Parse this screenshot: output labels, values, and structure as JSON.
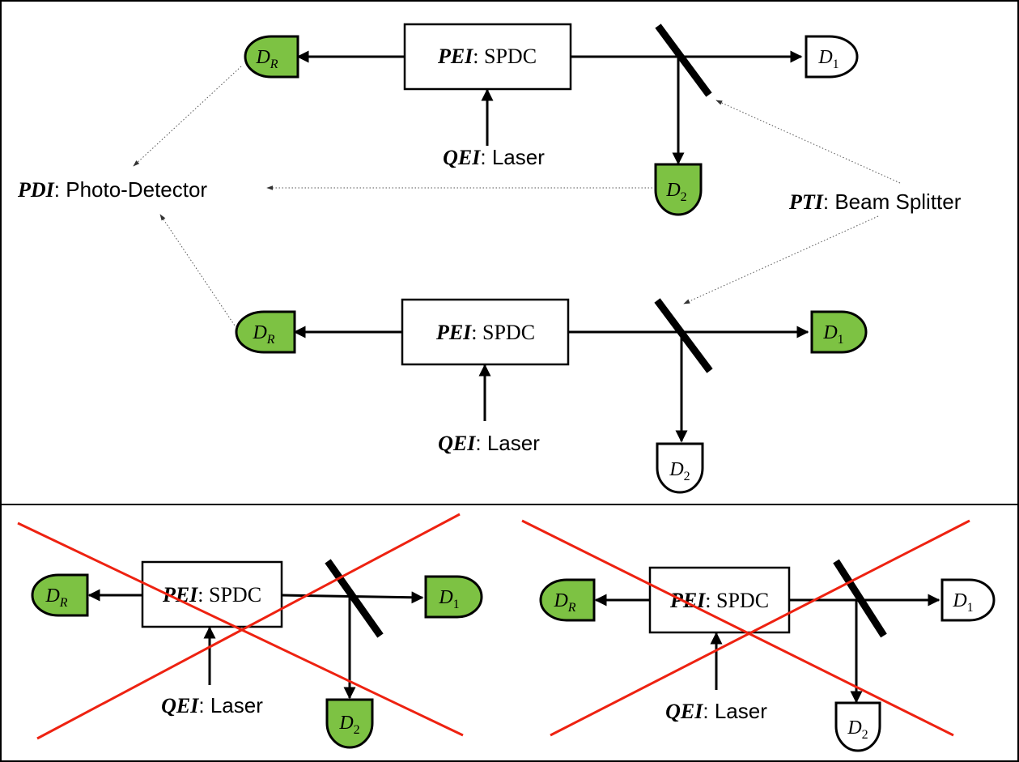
{
  "colors": {
    "detector_active": "#7dc243",
    "detector_idle": "#ffffff",
    "cross": "#ee2211",
    "outline": "#000000"
  },
  "labels": {
    "pdi_prefix": "PDI",
    "pdi_suffix": ": Photo-Detector",
    "pti_prefix": "PTI",
    "pti_suffix": ": Beam Splitter"
  },
  "setups": [
    {
      "pei_prefix": "PEI",
      "pei_suffix": ": SPDC",
      "qei_prefix": "QEI",
      "qei_suffix": ": Laser",
      "crossed": false,
      "detectors": {
        "dr": {
          "sym": "D",
          "sub": "R",
          "active": true
        },
        "d1": {
          "sym": "D",
          "sub": "1",
          "active": false
        },
        "d2": {
          "sym": "D",
          "sub": "2",
          "active": true
        }
      }
    },
    {
      "pei_prefix": "PEI",
      "pei_suffix": ": SPDC",
      "qei_prefix": "QEI",
      "qei_suffix": ": Laser",
      "crossed": false,
      "detectors": {
        "dr": {
          "sym": "D",
          "sub": "R",
          "active": true
        },
        "d1": {
          "sym": "D",
          "sub": "1",
          "active": true
        },
        "d2": {
          "sym": "D",
          "sub": "2",
          "active": false
        }
      }
    },
    {
      "pei_prefix": "PEI",
      "pei_suffix": ": SPDC",
      "qei_prefix": "QEI",
      "qei_suffix": ": Laser",
      "crossed": true,
      "detectors": {
        "dr": {
          "sym": "D",
          "sub": "R",
          "active": true
        },
        "d1": {
          "sym": "D",
          "sub": "1",
          "active": true
        },
        "d2": {
          "sym": "D",
          "sub": "2",
          "active": true
        }
      }
    },
    {
      "pei_prefix": "PEI",
      "pei_suffix": ": SPDC",
      "qei_prefix": "QEI",
      "qei_suffix": ": Laser",
      "crossed": true,
      "detectors": {
        "dr": {
          "sym": "D",
          "sub": "R",
          "active": true
        },
        "d1": {
          "sym": "D",
          "sub": "1",
          "active": false
        },
        "d2": {
          "sym": "D",
          "sub": "2",
          "active": false
        }
      }
    }
  ]
}
